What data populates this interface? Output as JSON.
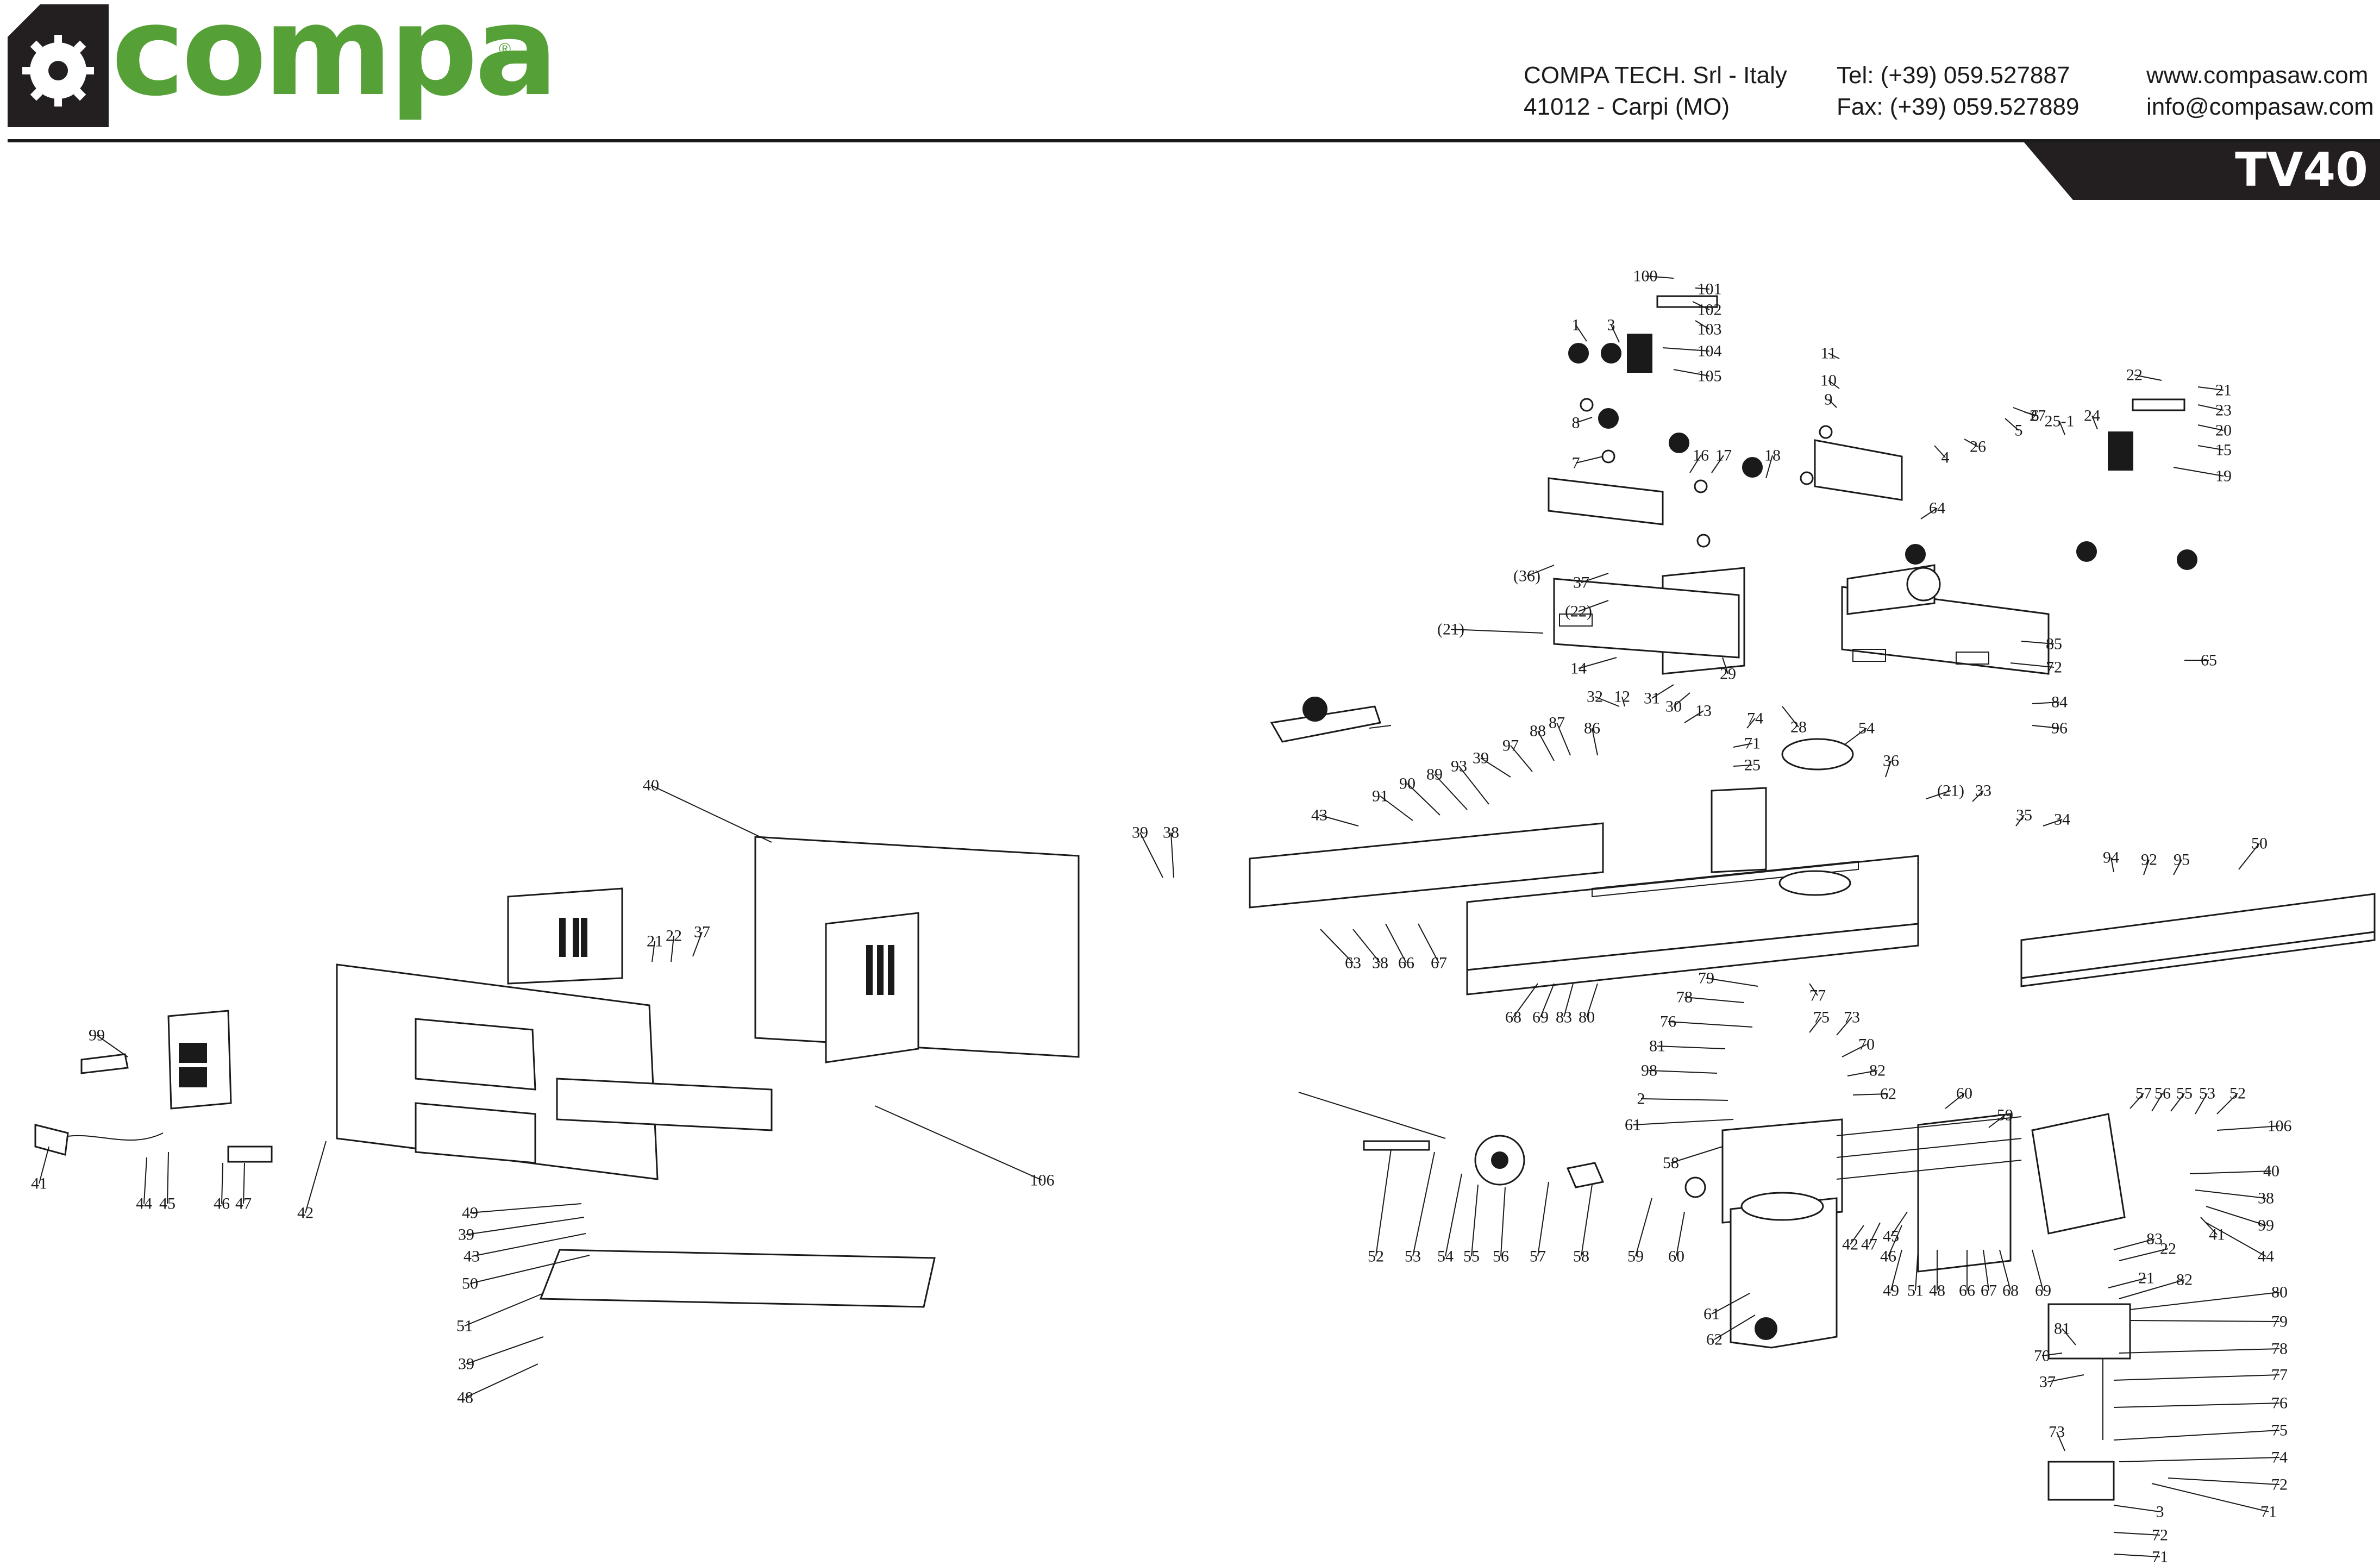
{
  "brand": {
    "name": "compa",
    "registered_mark": "®",
    "accent_color": "#56a137",
    "logo_mark_icon": "saw-blade-icon"
  },
  "contact": {
    "company": "COMPA TECH. Srl - Italy",
    "address": "41012 - Carpi (MO)",
    "tel": "Tel: (+39) 059.527887",
    "fax": "Fax: (+39) 059.527889",
    "website": "www.compasaw.com",
    "email": "info@compasaw.com"
  },
  "model": "TV40",
  "diagram": {
    "type": "exploded parts diagram",
    "callouts": [
      "100",
      "101",
      "102",
      "103",
      "104",
      "105",
      "1",
      "3",
      "8",
      "7",
      "11",
      "10",
      "9",
      "6",
      "5",
      "4",
      "26",
      "27",
      "25-1",
      "24",
      "22",
      "21",
      "23",
      "20",
      "15",
      "19",
      "18",
      "17",
      "16",
      "(36)",
      "37",
      "(22)",
      "(21)",
      "14",
      "31",
      "30",
      "29",
      "28",
      "32",
      "12",
      "13",
      "74",
      "71",
      "25",
      "54",
      "36",
      "(21)",
      "33",
      "35",
      "34",
      "94",
      "92",
      "95",
      "50",
      "43",
      "91",
      "90",
      "89",
      "93",
      "39",
      "97",
      "88",
      "87",
      "86",
      "85",
      "72",
      "84",
      "96",
      "65",
      "64",
      "63",
      "38",
      "66",
      "67",
      "68",
      "69",
      "83",
      "80",
      "79",
      "78",
      "77",
      "76",
      "75",
      "73",
      "81",
      "70",
      "98",
      "82",
      "2",
      "62",
      "61",
      "60",
      "59",
      "58",
      "57",
      "56",
      "55",
      "53",
      "52",
      "106",
      "40",
      "38",
      "99",
      "41",
      "44",
      "45",
      "46",
      "47",
      "42",
      "49",
      "51",
      "48"
    ]
  }
}
